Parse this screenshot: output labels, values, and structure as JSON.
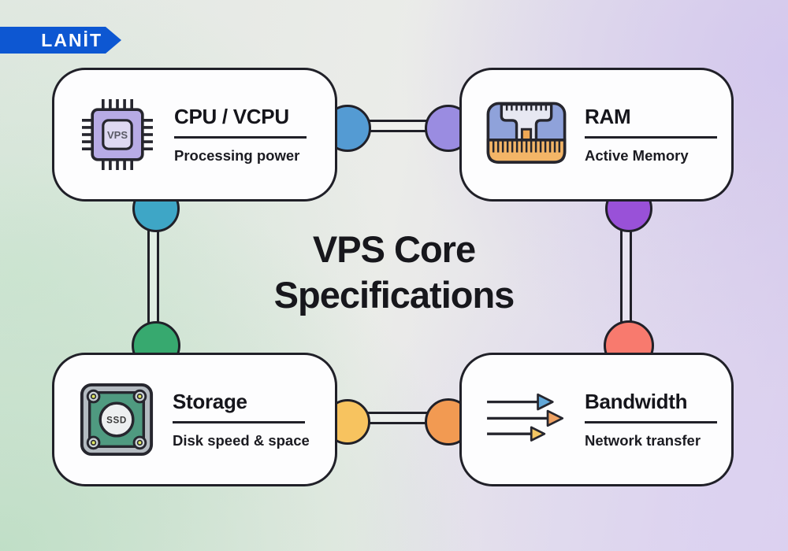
{
  "logo": {
    "text": "LANİT",
    "bg": "#0d57d2"
  },
  "heading": {
    "line1": "VPS Core",
    "line2": "Specifications"
  },
  "cards": {
    "cpu": {
      "title": "CPU / VCPU",
      "subtitle": "Processing power",
      "icon": "cpu-chip-icon",
      "chip_label": "VPS"
    },
    "ram": {
      "title": "RAM",
      "subtitle": "Active Memory",
      "icon": "ram-module-icon"
    },
    "storage": {
      "title": "Storage",
      "subtitle": "Disk speed & space",
      "icon": "ssd-drive-icon",
      "drive_label": "SSD"
    },
    "bandwidth": {
      "title": "Bandwidth",
      "subtitle": "Network transfer",
      "icon": "transfer-arrows-icon"
    }
  },
  "node_colors": {
    "top_left": "#549bd3",
    "top_right": "#9a8ce1",
    "left_top": "#3ea6c6",
    "left_bottom": "#37a96f",
    "right_top": "#9951d8",
    "right_bottom": "#f87a6e",
    "bottom_left": "#f7c35f",
    "bottom_right": "#f29a52"
  }
}
